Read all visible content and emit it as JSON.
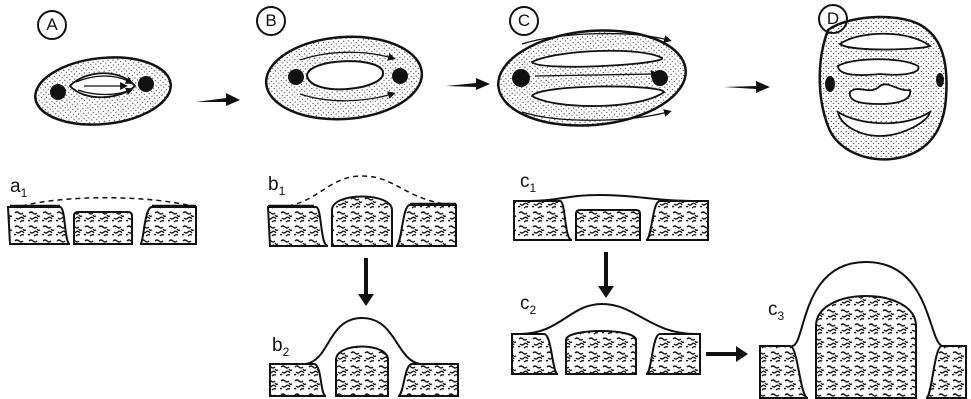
{
  "stages": [
    {
      "label": "A"
    },
    {
      "label": "B"
    },
    {
      "label": "C"
    },
    {
      "label": "D"
    }
  ],
  "sections": [
    {
      "letter": "a",
      "index": "1"
    },
    {
      "letter": "b",
      "index": "1"
    },
    {
      "letter": "b",
      "index": "2"
    },
    {
      "letter": "c",
      "index": "1"
    },
    {
      "letter": "c",
      "index": "2"
    },
    {
      "letter": "c",
      "index": "3"
    }
  ]
}
